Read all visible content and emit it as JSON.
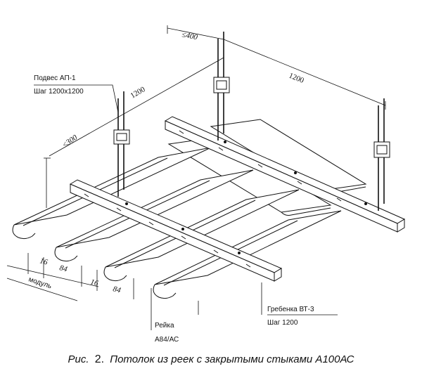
{
  "labels": {
    "hanger_name": "Подвес АП-1",
    "hanger_step": "Шаг 1200x1200",
    "comb_name": "Гребенка ВТ-3",
    "comb_step": "Шаг 1200",
    "rail_name": "Рейка",
    "rail_type": "А84/АС"
  },
  "dimensions": {
    "top_400": "≤400",
    "span_1200_left": "1200",
    "span_1200_right": "1200",
    "side_300": "≤300",
    "gap_16_a": "16",
    "width_84_a": "84",
    "gap_16_b": "16",
    "width_84_b": "84",
    "module": "модуль"
  },
  "caption": {
    "prefix": "Рис.",
    "number": "2.",
    "text": "Потолок из реек с закрытыми стыками А100АС"
  }
}
